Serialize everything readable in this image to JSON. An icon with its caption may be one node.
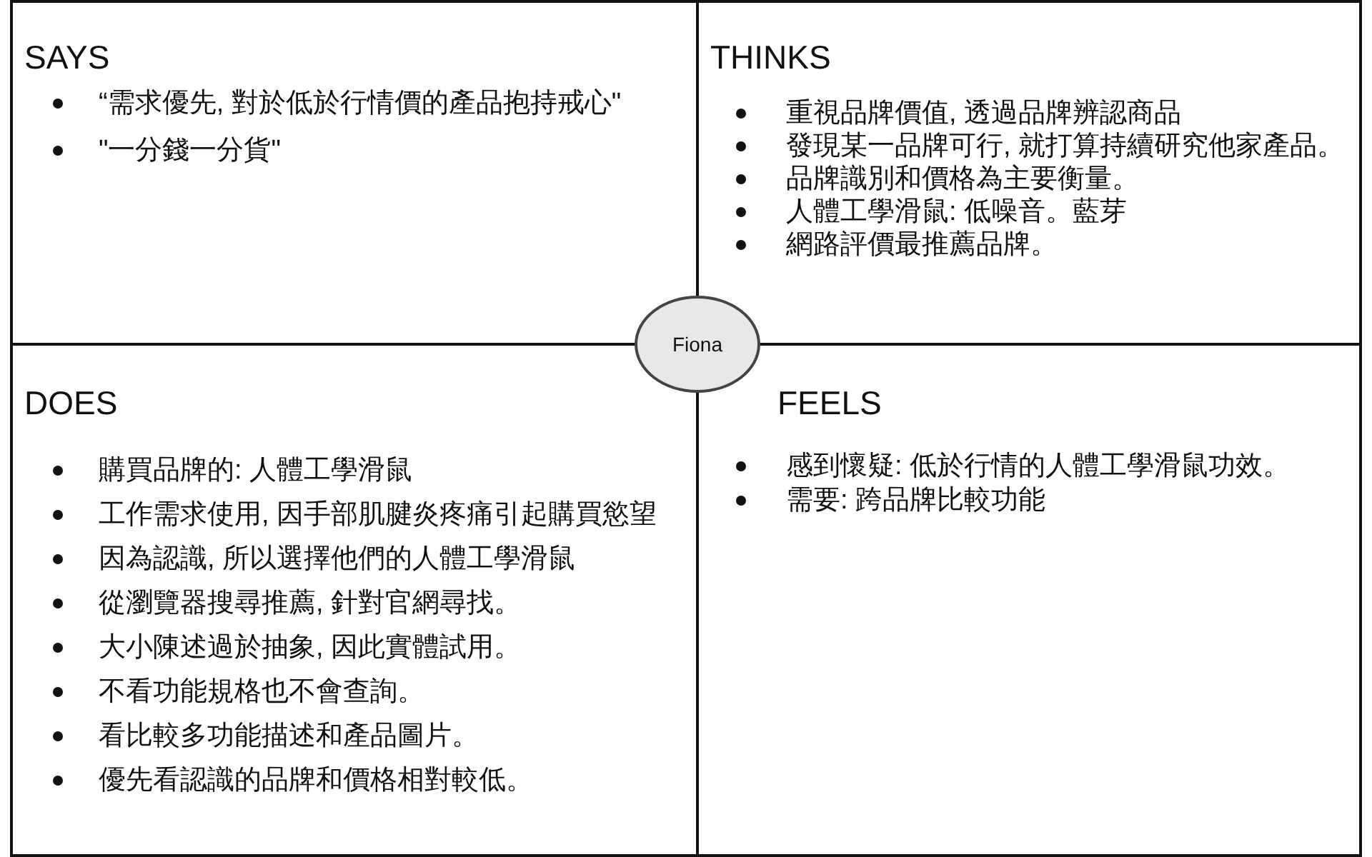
{
  "diagram": {
    "nodes": [
      {
        "text": [
          "SAYS",
          "“需求優先, 對於低於行情價的產品抱持戒心\"",
          "\"一分錢一分貨\""
        ]
      },
      {
        "text": [
          "THINKS",
          "重視品牌價值, 透過品牌辨認商品",
          "發現某一品牌可行, 就打算持續研究他家產品。",
          "品牌識別和價格為主要衡量。",
          "人體工學滑鼠: 低噪音。藍芽",
          "網路評價最推薦品牌。"
        ]
      },
      {
        "text": [
          "DOES",
          "購買品牌的: 人體工學滑鼠",
          "工作需求使用, 因手部肌腱炎疼痛引起購買慾望",
          "因為認識, 所以選擇他們的人體工學滑鼠",
          "從瀏覽器搜尋推薦, 針對官網尋找。",
          "大小陳述過於抽象, 因此實體試用。",
          "不看功能規格也不會查詢。",
          "看比較多功能描述和產品圖片。",
          "優先看認識的品牌和價格相對較低。"
        ]
      },
      {
        "text": [
          "FEELS",
          "感到懷疑: 低於行情的人體工學滑鼠功效。",
          "需要: 跨品牌比較功能"
        ]
      },
      {
        "text": [
          "Fiona"
        ]
      }
    ]
  }
}
